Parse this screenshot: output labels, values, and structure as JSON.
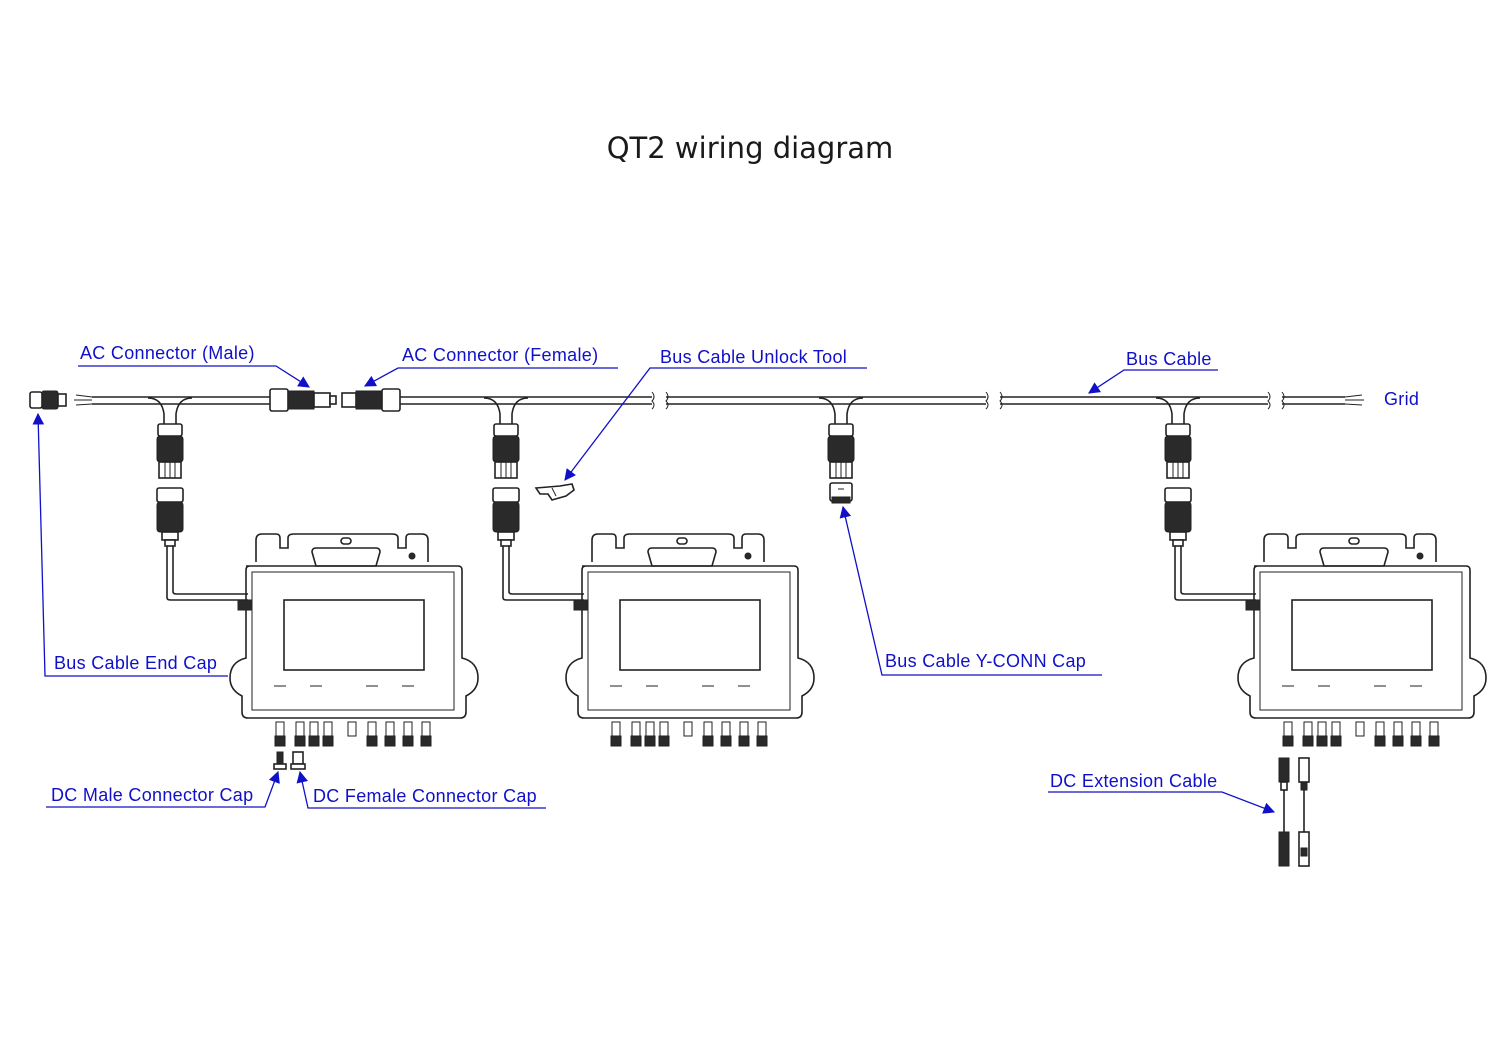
{
  "title": "QT2 wiring diagram",
  "colors": {
    "label": "#1010c8",
    "ink": "#222222"
  },
  "labels": {
    "ac_male": "AC Connector (Male)",
    "ac_female": "AC Connector (Female)",
    "unlock_tool": "Bus Cable Unlock Tool",
    "bus_cable": "Bus Cable",
    "grid": "Grid",
    "end_cap": "Bus Cable End Cap",
    "yconn_cap": "Bus Cable Y-CONN Cap",
    "dc_male_cap": "DC Male Connector Cap",
    "dc_female_cap": "DC Female Connector Cap",
    "dc_extension": "DC Extension Cable"
  }
}
